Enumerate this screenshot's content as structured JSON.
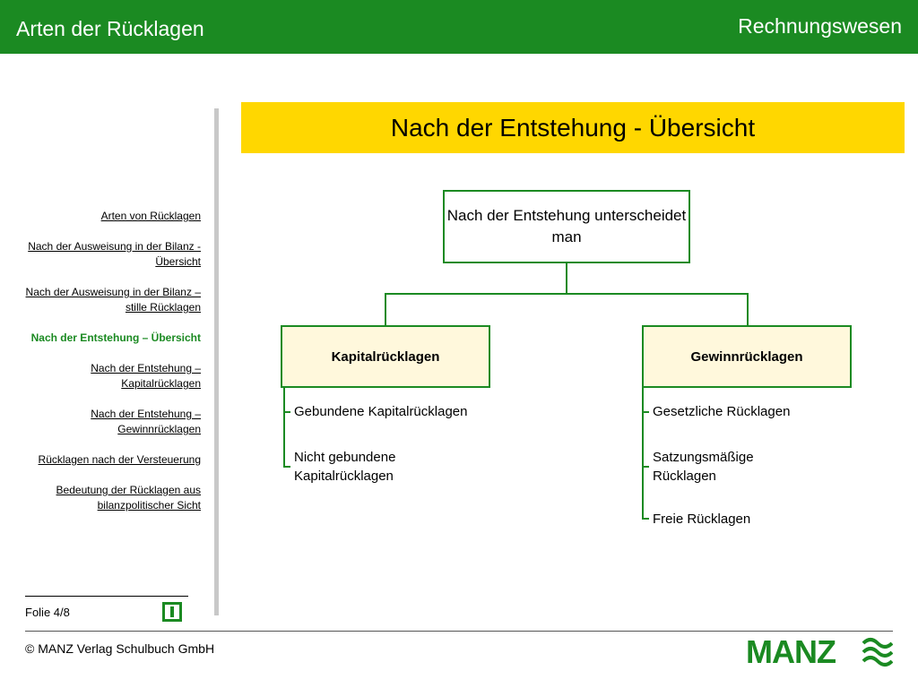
{
  "header": {
    "title": "Arten der Rücklagen",
    "subject": "Rechnungswesen"
  },
  "sidebar": {
    "items": [
      "Arten von Rücklagen",
      "Nach der Ausweisung in der Bilanz - Übersicht",
      "Nach der Ausweisung in der Bilanz – stille Rücklagen",
      "Nach der Entstehung – Übersicht",
      "Nach der Entstehung – Kapitalrücklagen",
      "Nach der Entstehung – Gewinnrücklagen",
      "Rücklagen nach der Versteuerung",
      "Bedeutung der Rücklagen aus bilanzpolitischer Sicht"
    ],
    "active_index": 3
  },
  "slide": {
    "title": "Nach der Entstehung - Übersicht"
  },
  "diagram": {
    "root": "Nach der Entstehung unterscheidet man",
    "left": {
      "label": "Kapitalrücklagen",
      "items": [
        "Gebundene Kapitalrücklagen",
        "Nicht gebundene Kapitalrücklagen"
      ]
    },
    "right": {
      "label": "Gewinnrücklagen",
      "items": [
        "Gesetzliche Rücklagen",
        "Satzungsmäßige Rücklagen",
        "Freie Rücklagen"
      ]
    }
  },
  "footer": {
    "slide_number": "Folie 4/8",
    "copyright": "© MANZ Verlag Schulbuch GmbH",
    "logo_text": "MANZ"
  },
  "colors": {
    "green": "#1b8a22",
    "yellow": "#ffd700",
    "box_fill": "#fff8dc"
  }
}
